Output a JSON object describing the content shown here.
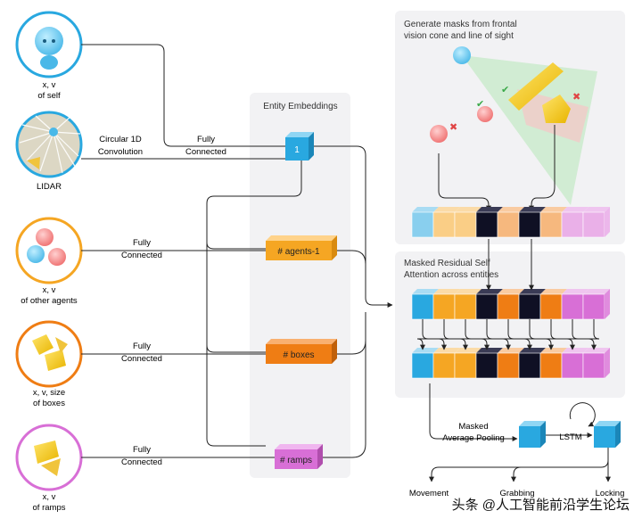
{
  "inputs": {
    "self": [
      "x, v",
      "of self"
    ],
    "lidar": [
      "LIDAR"
    ],
    "other_agents": [
      "x, v",
      "of other agents"
    ],
    "boxes": [
      "x, v, size",
      "of boxes"
    ],
    "ramps": [
      "x, v",
      "of ramps"
    ]
  },
  "conv_label": [
    "Circular 1D",
    "Convolution"
  ],
  "fc_label": [
    "Fully",
    "Connected"
  ],
  "embeddings": {
    "title": "Entity Embeddings",
    "self_count": "1",
    "agents": "# agents-1",
    "boxes": "# boxes",
    "ramps": "# ramps"
  },
  "mask_panel": {
    "title": [
      "Generate masks from frontal",
      "vision cone and line of sight"
    ]
  },
  "attention_panel": {
    "title": [
      "Masked Residual Self",
      "Attention across entities"
    ]
  },
  "pooling_label": [
    "Masked",
    "Average Pooling"
  ],
  "lstm_label": "LSTM",
  "outputs": [
    "Movement",
    "Grabbing",
    "Locking"
  ],
  "watermark": "头条 @人工智能前沿学生论坛",
  "colors": {
    "self": "#29a8e0",
    "agents": "#f5a623",
    "boxes": "#ef7d14",
    "ramps": "#d86fd6",
    "masked": "#0f1024"
  }
}
